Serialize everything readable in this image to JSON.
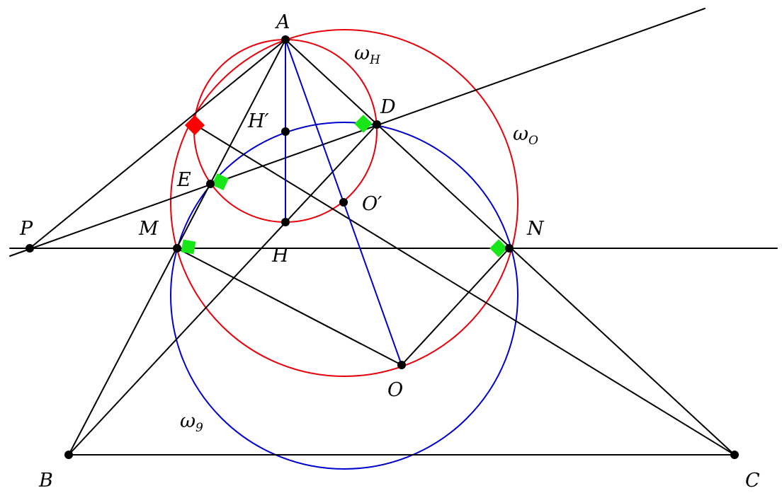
{
  "diagram": {
    "colors": {
      "segment": "#000000",
      "circle_red": "#e8000b",
      "circle_blue": "#0000cc",
      "segment_blue": "#0000cc",
      "marker_green": "#19e619",
      "marker_red": "#ff0000"
    },
    "points": [
      {
        "id": "A",
        "label": "A"
      },
      {
        "id": "B",
        "label": "B"
      },
      {
        "id": "C",
        "label": "C"
      },
      {
        "id": "D",
        "label": "D"
      },
      {
        "id": "E",
        "label": "E"
      },
      {
        "id": "H",
        "label": "H"
      },
      {
        "id": "H1",
        "label": "H′"
      },
      {
        "id": "O",
        "label": "O"
      },
      {
        "id": "O1",
        "label": "O′"
      },
      {
        "id": "M",
        "label": "M"
      },
      {
        "id": "N",
        "label": "N"
      },
      {
        "id": "P",
        "label": "P"
      }
    ],
    "circles": [
      {
        "id": "wH",
        "symbol": "ω",
        "subscript": "H"
      },
      {
        "id": "wO",
        "symbol": "ω",
        "subscript": "O"
      },
      {
        "id": "w9",
        "symbol": "ω",
        "subscript": "9"
      }
    ]
  }
}
